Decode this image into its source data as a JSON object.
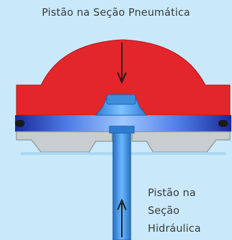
{
  "labels": {
    "pneumatic": "Pistão na Seção Pneumática",
    "hydraulic_line1": "Pistão na",
    "hydraulic_line2": "Seção",
    "hydraulic_line3": "Hidráulica"
  },
  "colors": {
    "background": "#c9e9fb",
    "pneumatic_piston": "#e2262b",
    "hydraulic_piston": "#3d8fdc",
    "housing": "#c8cdd0",
    "seal": "#1a1a1a"
  }
}
